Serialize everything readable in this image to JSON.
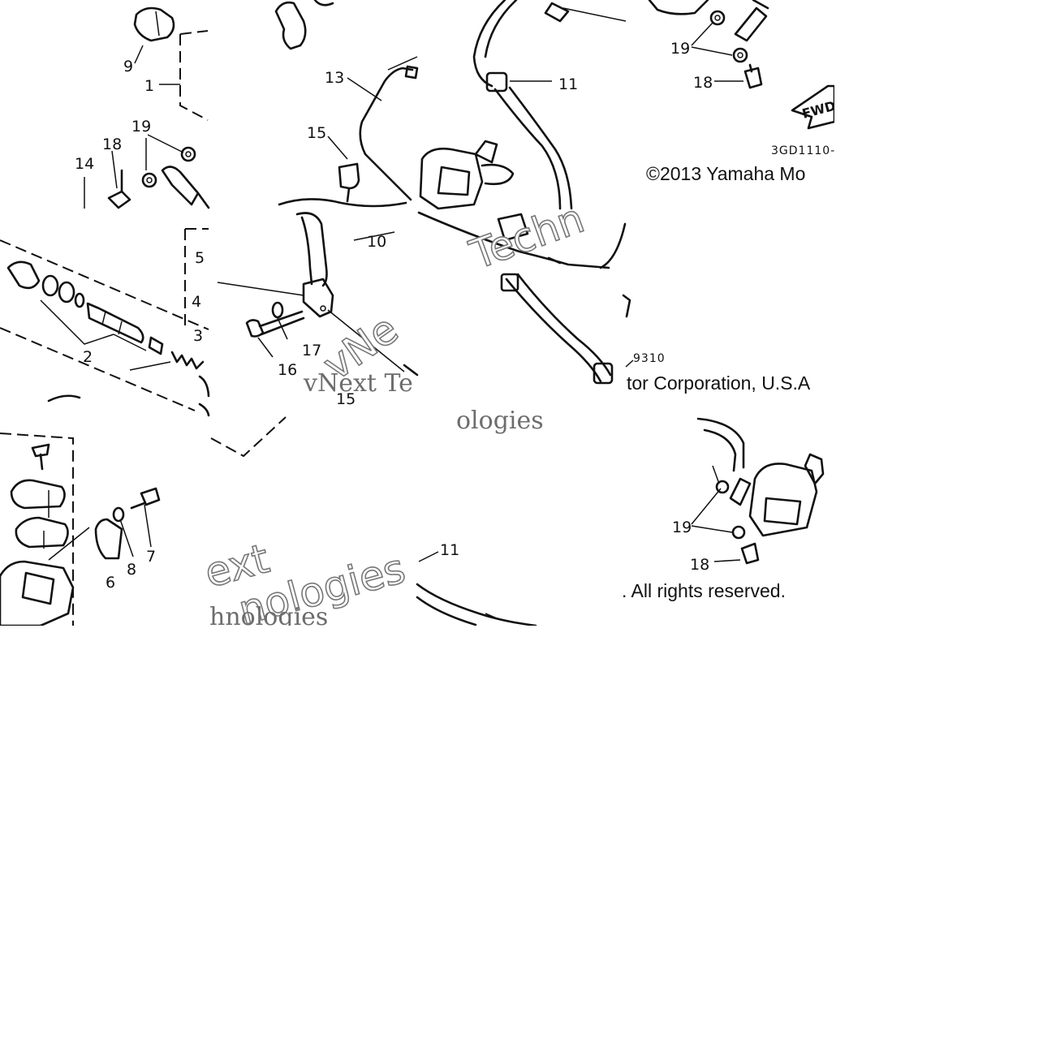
{
  "diagram": {
    "callouts": {
      "c1": "1",
      "c2": "2",
      "c3": "3",
      "c4": "4",
      "c5": "5",
      "c6": "6",
      "c7": "7",
      "c8": "8",
      "c9": "9",
      "c10": "10",
      "c11a": "11",
      "c11b": "11",
      "c13": "13",
      "c14": "14",
      "c15a": "15",
      "c15b": "15",
      "c16": "16",
      "c17": "17",
      "c18a": "18",
      "c18b": "18",
      "c18c": "18",
      "c19a": "19",
      "c19b": "19",
      "c19c": "19"
    },
    "fwd_arrow_label": "FWD",
    "diagram_code": "3GD1110-",
    "part_code": "9310",
    "copyright_line1": "©2013 Yamaha Mo",
    "copyright_line2": "tor Corporation, U.S.A",
    "copyright_line3": ". All rights reserved.",
    "watermarks": {
      "w1": "vNext Te",
      "w2": "ologies",
      "w3": "vNe",
      "w4": "Techn",
      "w5": "ext",
      "w6": "nologies",
      "w7": "hnologies"
    }
  }
}
